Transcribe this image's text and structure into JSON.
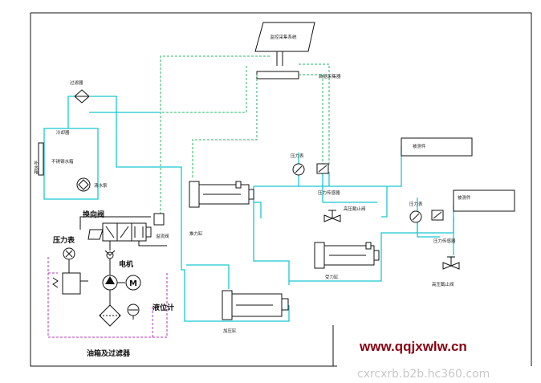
{
  "labels": {
    "computer": "监控采集系统",
    "data_acq": "数据采集器",
    "filter_top": "过滤器",
    "cooler": "冷却器",
    "box_pump": "不锈钢水箱",
    "pump": "清水泵",
    "side_fill": "补水箱",
    "direction_valve": "换向阀",
    "overflow_valve": "溢流阀",
    "pressure_gauge_left": "压力表",
    "motor": "电机",
    "level_gauge": "液位计",
    "oil_tank": "油箱及过滤器",
    "cyl_push": "推力缸",
    "cyl_load": "加压缸",
    "cyl_test": "受力缸",
    "cyl_bottom": "加压缸",
    "gauge1": "压力表",
    "sensor1": "压力传感器",
    "valve1": "高压截止阀",
    "specimen1": "被测件",
    "gauge2": "压力表",
    "sensor2": "压力传感器",
    "valve2": "高压截止阀",
    "specimen2": "被测件"
  },
  "watermark": {
    "site": "www.qqjxwlw.cn",
    "site2": "cxrcxrb.b2b.hc360.com"
  },
  "colors": {
    "hydraulic_line": "#19c8d2",
    "signal_line": "#2fb36a",
    "tank_outline": "#b03ab0",
    "watermark": "#8b0010"
  }
}
